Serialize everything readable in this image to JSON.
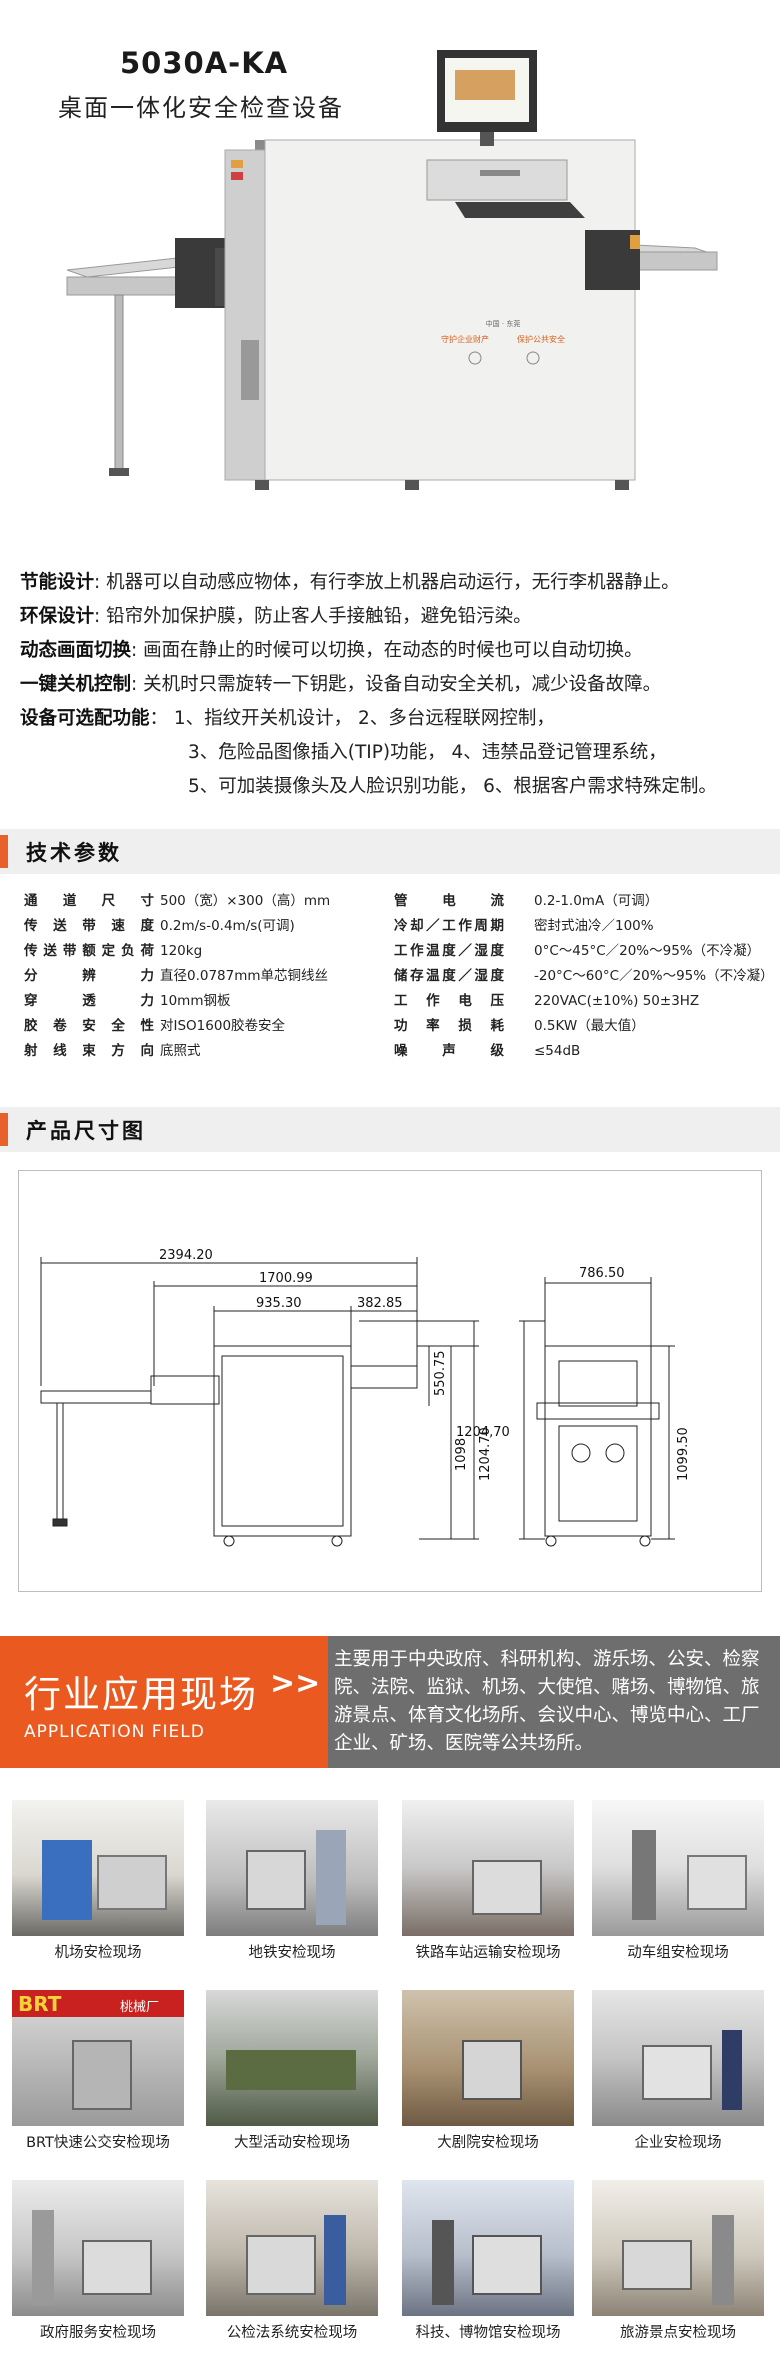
{
  "hero": {
    "model": "5030A-KA",
    "subtitle": "桌面一体化安全检查设备",
    "panel_text": {
      "line1": "中国 · 东莞",
      "brand_left": "守护企业财产",
      "brand_right": "保护公共安全"
    }
  },
  "features": [
    {
      "label": "节能设计",
      "text": ": 机器可以自动感应物体，有行李放上机器启动运行，无行李机器静止。"
    },
    {
      "label": "环保设计",
      "text": ": 铅帘外加保护膜，防止客人手接触铅，避免铅污染。"
    },
    {
      "label": "动态画面切换",
      "text": ": 画面在静止的时候可以切换，在动态的时候也可以自动切换。"
    },
    {
      "label": "一键关机控制",
      "text": ": 关机时只需旋转一下钥匙，设备自动安全关机，减少设备故障。"
    },
    {
      "label": "设备可选配功能",
      "text": "： 1、指纹开关机设计， 2、多台远程联网控制，"
    }
  ],
  "features_extra": [
    "3、危险品图像插入(TIP)功能， 4、违禁品登记管理系统，",
    "5、可加装摄像头及人脸识别功能， 6、根据客户需求特殊定制。"
  ],
  "sections": {
    "specs_title": "技术参数",
    "drawing_title": "产品尺寸图"
  },
  "specs": [
    {
      "k1": "通道尺寸",
      "v1": "500（宽）×300（高）mm",
      "k2": "管电流",
      "v2": "0.2-1.0mA（可调）"
    },
    {
      "k1": "传送带速度",
      "v1": "0.2m/s-0.4m/s(可调)",
      "k2": "冷却／工作周期",
      "v2": "密封式油冷／100%"
    },
    {
      "k1": "传送带额定负荷",
      "v1": "120kg",
      "k2": "工作温度／湿度",
      "v2": "0°C～45°C／20%～95%（不冷凝）"
    },
    {
      "k1": "分辨力",
      "v1": "直径0.0787mm单芯铜线丝",
      "k2": "储存温度／湿度",
      "v2": "-20°C～60°C／20%～95%（不冷凝）"
    },
    {
      "k1": "穿透力",
      "v1": "10mm钢板",
      "k2": "工作电压",
      "v2": "220VAC(±10%) 50±3HZ"
    },
    {
      "k1": "胶卷安全性",
      "v1": "对ISO1600胶卷安全",
      "k2": "功率损耗",
      "v2": "0.5KW（最大值）"
    },
    {
      "k1": "射线束方向",
      "v1": "底照式",
      "k2": "噪声级",
      "v2": "≤54dB"
    }
  ],
  "drawing": {
    "d_total": "2394.20",
    "d_mid": "1700.99",
    "d_body": "935.30",
    "d_right": "382.85",
    "d_h1": "550.75",
    "d_h2": "1098",
    "d_h3": "1204.70",
    "d_side_w": "786.50",
    "d_side_h_left": "1204,70",
    "d_side_h_right": "1099.50"
  },
  "application": {
    "title": "行业应用现场",
    "arrows": ">>",
    "subtitle_en": "APPLICATION FIELD",
    "description": "主要用于中央政府、科研机构、游乐场、公安、检察院、法院、监狱、机场、大使馆、赌场、博物馆、旅游景点、体育文化场所、会议中心、博览中心、工厂企业、矿场、医院等公共场所。"
  },
  "gallery": [
    {
      "caption": "机场安检现场"
    },
    {
      "caption": "地铁安检现场"
    },
    {
      "caption": "铁路车站运输安检现场"
    },
    {
      "caption": "动车组安检现场"
    },
    {
      "caption": "BRT快速公交安检现场",
      "sign": "BRT",
      "sign_right": "桃械厂"
    },
    {
      "caption": "大型活动安检现场"
    },
    {
      "caption": "大剧院安检现场"
    },
    {
      "caption": "企业安检现场"
    },
    {
      "caption": "政府服务安检现场"
    },
    {
      "caption": "公检法系统安检现场"
    },
    {
      "caption": "科技、博物馆安检现场"
    },
    {
      "caption": "旅游景点安检现场"
    }
  ],
  "colors": {
    "accent": "#e8612a",
    "banner_orange": "#ea5a20",
    "banner_gray": "#6e6e6e",
    "section_bg": "#efefef"
  }
}
